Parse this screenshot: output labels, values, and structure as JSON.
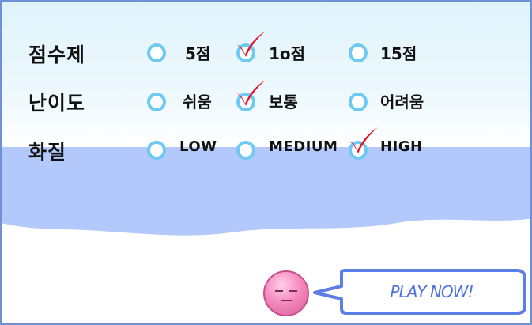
{
  "rows": [
    {
      "label": "점수제",
      "options": [
        "5점",
        "1o점",
        "15점"
      ],
      "selected": 1
    },
    {
      "label": "난이도",
      "options": [
        "쉬움",
        "보통",
        "어려움"
      ],
      "selected": 1
    },
    {
      "label": "화질",
      "options": [
        "LOW",
        "MEDIUM",
        "HIGH"
      ],
      "selected": 2
    }
  ],
  "play_button": {
    "label": "PLAY NOW!"
  },
  "colors": {
    "radio_ring": "#6ec9f3",
    "checkmark": "#e0162b",
    "wave": "#b3c9fb",
    "button_border": "#5b7fe6"
  }
}
